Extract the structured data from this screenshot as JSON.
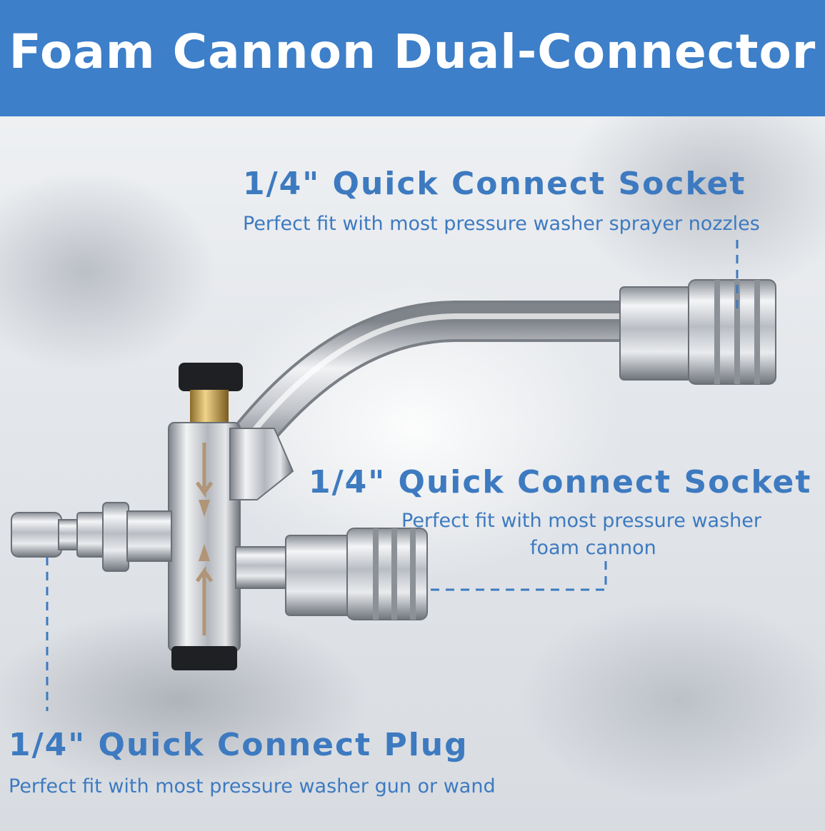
{
  "header": {
    "title": "Foam Cannon Dual-Connector"
  },
  "labels": {
    "top_socket": {
      "title": "1/4\" Quick Connect Socket",
      "subtitle": "Perfect fit with most pressure washer sprayer nozzles"
    },
    "mid_socket": {
      "title": "1/4\" Quick Connect Socket",
      "subtitle_line1": "Perfect fit with most pressure washer",
      "subtitle_line2": "foam cannon"
    },
    "plug": {
      "title": "1/4\" Quick Connect Plug",
      "subtitle": "Perfect fit with most pressure washer gun or wand"
    }
  },
  "colors": {
    "header_bg": "#3d7fc9",
    "label_text": "#3d7ac0",
    "leader_line": "#3d7ac0"
  }
}
